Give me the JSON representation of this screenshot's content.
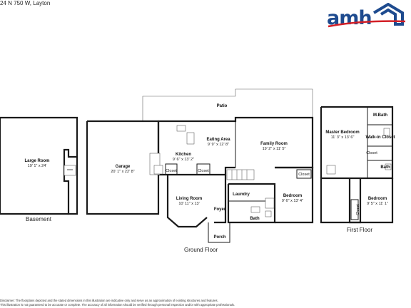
{
  "address": "24 N 750 W, Layton",
  "logo": {
    "text": "amh",
    "colors": {
      "text": "#1e4b8f",
      "roof": "#1e4b8f",
      "swoosh": "#d32027"
    }
  },
  "floors": {
    "basement": "Basement",
    "ground": "Ground Floor",
    "first": "First Floor"
  },
  "rooms": {
    "large_room": {
      "name": "Large Room",
      "dim": "19' 1\" x 24'"
    },
    "garage": {
      "name": "Garage",
      "dim": "20' 1\" x 22' 8\""
    },
    "kitchen": {
      "name": "Kitchen",
      "dim": "9' 6\" x 13' 2\""
    },
    "eating_area": {
      "name": "Eating Area",
      "dim": "9' 9\" x 12' 8\""
    },
    "family_room": {
      "name": "Family Room",
      "dim": "19' 2\" x 11' 5\""
    },
    "patio": {
      "name": "Patio"
    },
    "living_room": {
      "name": "Living Room",
      "dim": "10' 11\" x 13'"
    },
    "laundry": {
      "name": "Laundry"
    },
    "bath_ground": {
      "name": "Bath"
    },
    "bedroom_ground": {
      "name": "Bedroom",
      "dim": "9' 6\" x 13' 4\""
    },
    "closet_ground": {
      "name": "Closet"
    },
    "closet_k1": {
      "name": "Closet"
    },
    "closet_k2": {
      "name": "Closet"
    },
    "foyer": {
      "name": "Foyer"
    },
    "porch": {
      "name": "Porch"
    },
    "master_bedroom": {
      "name": "Master Bedroom",
      "dim": "11' 3\" x 13' 6\""
    },
    "m_bath": {
      "name": "M.Bath"
    },
    "walk_in_closet": {
      "name": "Walk-in Closet"
    },
    "closet_first": {
      "name": "Closet"
    },
    "bath_first": {
      "name": "Bath"
    },
    "bedroom_first": {
      "name": "Bedroom",
      "dim": "9' 5\" x 11' 1\""
    },
    "closet_first2": {
      "name": "Closet"
    }
  },
  "disclaimer": {
    "line1": "Disclaimer: The floorplans depicted and the stated dimensions in this illustration are indicative only and serve as an approximation of existing structures and features.",
    "line2": "This illustration is not guaranteed to be accurate or complete. The accuracy of all information should be verified through personal inspection and/or with appropriate professionals."
  }
}
